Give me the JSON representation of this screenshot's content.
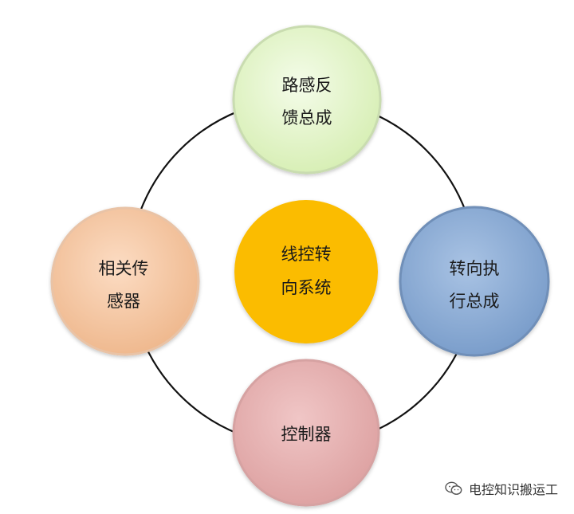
{
  "colors": {
    "ring": "#111111",
    "top": "#e6f6cf",
    "left": "#f6c9a6",
    "center": "#fbbc04",
    "right": "#8fb0d8",
    "bottom": "#e8b4b4"
  },
  "nodes": {
    "top": {
      "line1": "路感反",
      "line2": "馈总成"
    },
    "left": {
      "line1": "相关传",
      "line2": "感器"
    },
    "center": {
      "line1": "线控转",
      "line2": "向系统"
    },
    "right": {
      "line1": "转向执",
      "line2": "行总成"
    },
    "bottom": {
      "line1": "控制器"
    }
  },
  "watermark": {
    "text": "电控知识搬运工",
    "icon": "wechat-icon"
  }
}
